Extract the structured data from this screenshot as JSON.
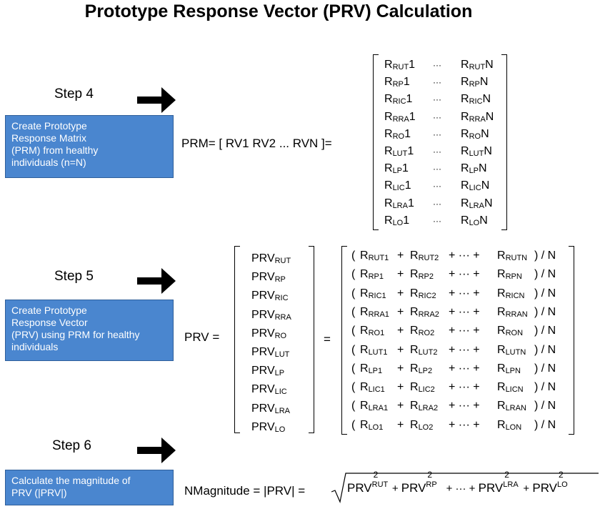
{
  "title": "Prototype Response Vector (PRV) Calculation",
  "steps": [
    {
      "label": "Step 4",
      "box_lines": [
        "Create Prototype",
        "Response Matrix",
        "(PRM)  from healthy",
        "individuals (n=N)"
      ]
    },
    {
      "label": "Step 5",
      "box_lines": [
        "Create Prototype",
        "Response Vector",
        "(PRV) using PRM for healthy",
        "individuals"
      ]
    },
    {
      "label": "Step 6",
      "box_lines": [
        "Calculate the magnitude of",
        "PRV (|PRV|)"
      ]
    }
  ],
  "prm": {
    "lhs": "PRM= [ RV1   RV2   ...   RVN ]=",
    "rows": [
      {
        "sub": "RUT",
        "first": "R",
        "n1": "1",
        "dots": "···",
        "last": "R",
        "nN": "N"
      },
      {
        "sub": "RP",
        "first": "R",
        "n1": "1",
        "dots": "···",
        "last": "R",
        "nN": "N"
      },
      {
        "sub": "RIC",
        "first": "R",
        "n1": "1",
        "dots": "···",
        "last": "R",
        "nN": "N"
      },
      {
        "sub": "RRA",
        "first": "R",
        "n1": "1",
        "dots": "···",
        "last": "R",
        "nN": "N"
      },
      {
        "sub": "RO",
        "first": "R",
        "n1": "1",
        "dots": "···",
        "last": "R",
        "nN": "N"
      },
      {
        "sub": "LUT",
        "first": "R",
        "n1": "1",
        "dots": "···",
        "last": "R",
        "nN": "N"
      },
      {
        "sub": "LP",
        "first": "R",
        "n1": "1",
        "dots": "···",
        "last": "R",
        "nN": "N"
      },
      {
        "sub": "LIC",
        "first": "R",
        "n1": "1",
        "dots": "···",
        "last": "R",
        "nN": "N"
      },
      {
        "sub": "LRA",
        "first": "R",
        "n1": "1",
        "dots": "···",
        "last": "R",
        "nN": "N"
      },
      {
        "sub": "LO",
        "first": "R",
        "n1": "1",
        "dots": "···",
        "last": "R",
        "nN": "N"
      }
    ]
  },
  "prv": {
    "lhs": "PRV =",
    "equals": "=",
    "entries": [
      "RUT",
      "RP",
      "RIC",
      "RRA",
      "RO",
      "LUT",
      "LP",
      "LIC",
      "LRA",
      "LO"
    ],
    "entry_prefix": "PRV",
    "sum_prefix": "(",
    "sum_suffix": ") / N",
    "sum_middle": "+ ··· +",
    "plus": "+"
  },
  "magnitude": {
    "lhs": "NMagnitude = |PRV| =",
    "terms": [
      {
        "base": "PRV",
        "sub": "RUT",
        "sup": "2",
        "after": "+"
      },
      {
        "base": "PRV",
        "sub": "RP",
        "sup": "2",
        "after": "+ ··· +"
      },
      {
        "base": "PRV",
        "sub": "LRA",
        "sup": "2",
        "after": "+"
      },
      {
        "base": "PRV",
        "sub": "LO",
        "sup": "2",
        "after": ""
      }
    ]
  }
}
